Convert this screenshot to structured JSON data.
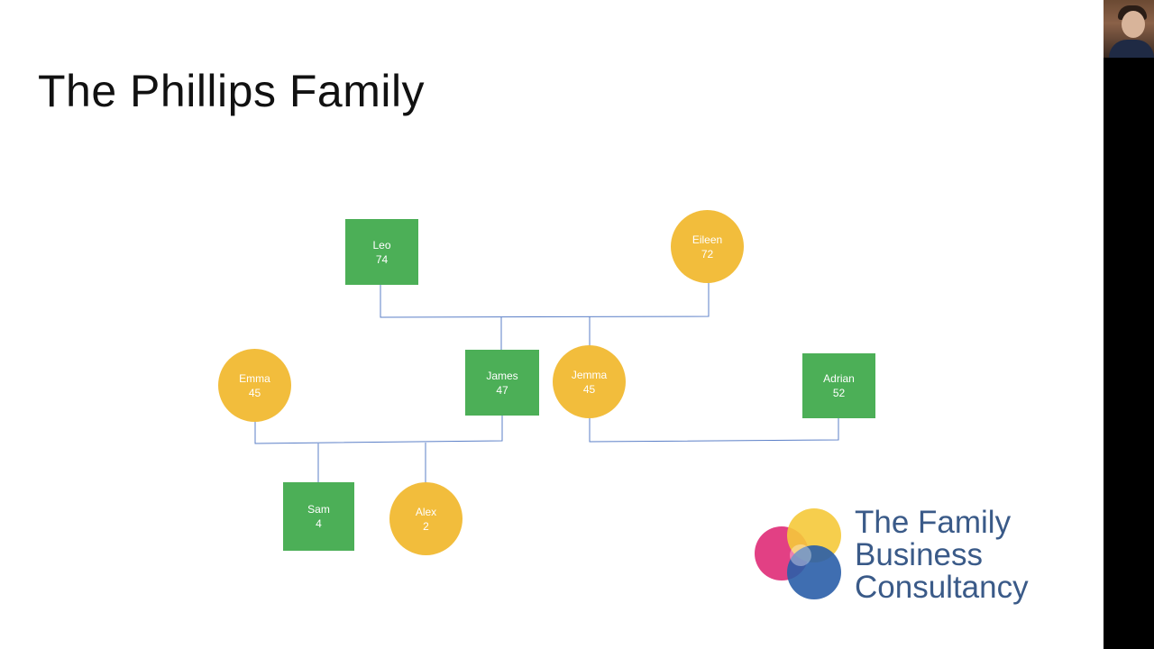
{
  "slide": {
    "title": "The Phillips Family"
  },
  "family_tree": {
    "people": {
      "leo": {
        "name": "Leo",
        "age": "74",
        "gender": "male"
      },
      "eileen": {
        "name": "Eileen",
        "age": "72",
        "gender": "female"
      },
      "emma": {
        "name": "Emma",
        "age": "45",
        "gender": "female"
      },
      "james": {
        "name": "James",
        "age": "47",
        "gender": "male"
      },
      "jemma": {
        "name": "Jemma",
        "age": "45",
        "gender": "female"
      },
      "adrian": {
        "name": "Adrian",
        "age": "52",
        "gender": "male"
      },
      "sam": {
        "name": "Sam",
        "age": "4",
        "gender": "male"
      },
      "alex": {
        "name": "Alex",
        "age": "2",
        "gender": "female"
      }
    },
    "colors": {
      "male": "#4caf57",
      "female": "#f2bd3c",
      "connector": "#5b7fc7"
    }
  },
  "logo": {
    "line1": "The Family",
    "line2": "Business",
    "line3": "Consultancy",
    "colors": {
      "text": "#3a5a88",
      "pink": "#e0307a",
      "yellow": "#f5c93a",
      "blue": "#2a5ea8"
    }
  }
}
